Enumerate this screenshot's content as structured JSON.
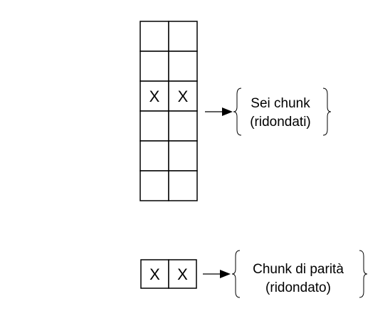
{
  "grid": {
    "rows": 6,
    "cols": 2,
    "marked_row": 3,
    "mark": "X"
  },
  "parity": {
    "cols": 2,
    "mark": "X"
  },
  "labels": {
    "six_chunks_line1": "Sei chunk",
    "six_chunks_line2": "(ridondati)",
    "parity_line1": "Chunk di parità",
    "parity_line2": "(ridondato)"
  }
}
